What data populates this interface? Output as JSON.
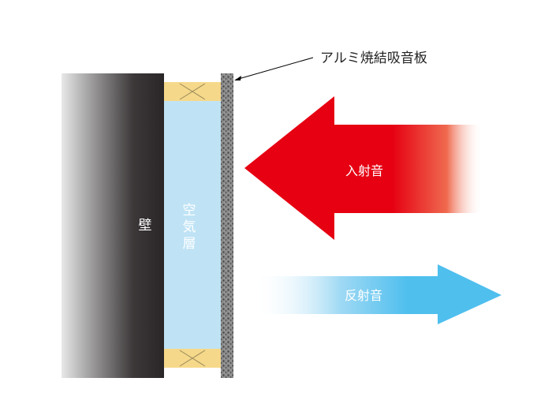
{
  "labels": {
    "panel": "アルミ焼結吸音板",
    "wall": "壁",
    "air_layer": [
      "空",
      "気",
      "層"
    ],
    "incident": "入射音",
    "reflected": "反射音"
  },
  "colors": {
    "wall_dark": "#2a2627",
    "wall_light": "#e6e6e6",
    "air_layer": "#bfe3f5",
    "spacer": "#f5d88a",
    "panel": "#6e6e6e",
    "incident_arrow": "#e60012",
    "reflected_arrow": "#4fbfee",
    "label_text": "#ffffff",
    "leader_line": "#000000"
  }
}
